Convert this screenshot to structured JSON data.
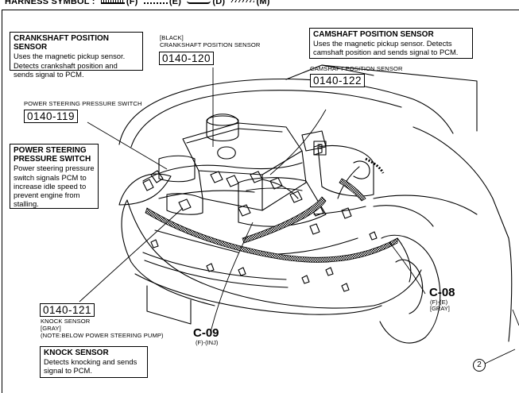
{
  "header": {
    "text": "HARNESS SYMBOL :",
    "symbols": [
      {
        "label": "(F)"
      },
      {
        "label": "(E)"
      },
      {
        "label": "(D)"
      },
      {
        "label": "(M)"
      }
    ]
  },
  "boxes": {
    "crankshaft": {
      "title": "CRANKSHAFT POSITION SENSOR",
      "body": "Uses the magnetic pickup sensor. Detects crankshaft position and sends signal to PCM."
    },
    "camshaft": {
      "title": "CAMSHAFT POSITION SENSOR",
      "body": "Uses the magnetic pickup sensor. Detects camshaft position and sends signal to PCM."
    },
    "power_steering": {
      "title": "POWER STEERING PRESSURE SWITCH",
      "body": "Power steering pressure switch signals PCM to increase idle speed to prevent engine from stalling."
    },
    "knock": {
      "title": "KNOCK SENSOR",
      "body": "Detects knocking and sends signal to PCM."
    }
  },
  "labels": {
    "crank_color": "[BLACK]",
    "crank_name": "CRANKSHAFT POSITION SENSOR",
    "crank_code": "0140-120",
    "cam_name": "CAMSHAFT POSITION SENSOR",
    "cam_code": "0140-122",
    "ps_name": "POWER STEERING PRESSURE SWITCH",
    "ps_code": "0140-119",
    "knock_code": "0140-121",
    "knock_name": "KNOCK SENSOR",
    "knock_color": "[GRAY]",
    "knock_note": "(NOTE:BELOW POWER STEERING PUMP)"
  },
  "connectors": {
    "c09": {
      "name": "C-09",
      "sub": "(F)-(INJ)"
    },
    "c08": {
      "name": "C-08",
      "sub1": "(F)-(E)",
      "sub2": "[GRAY]"
    }
  },
  "callout": "2"
}
